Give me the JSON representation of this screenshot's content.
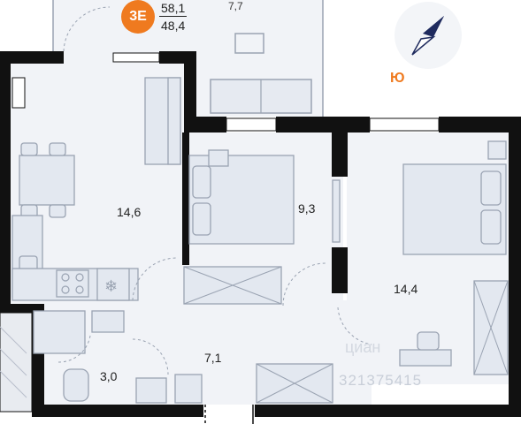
{
  "apartment": {
    "badge": "3E",
    "total_area": "58,1",
    "living_area": "48,4"
  },
  "compass": {
    "south_label": "Ю"
  },
  "rooms": {
    "kitchen_living": "14,6",
    "bedroom_small": "9,3",
    "bedroom_large": "14,4",
    "hallway": "7,1",
    "bathroom": "3,0",
    "loggia_partial": "7,7"
  },
  "watermark": {
    "text": "321375415",
    "brand": "циан"
  },
  "colors": {
    "accent": "#ef7a1f",
    "wall": "#111111",
    "floor": "#f1f3f7",
    "furniture": "#cfd6e2"
  }
}
